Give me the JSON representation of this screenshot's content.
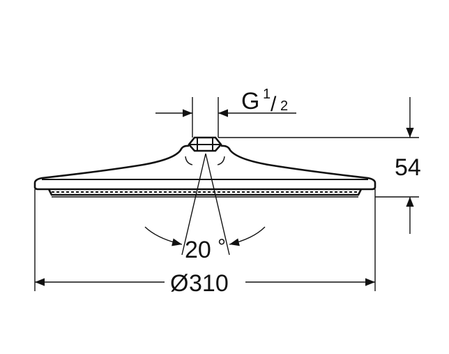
{
  "thread_label": {
    "prefix": "G",
    "fraction_numerator": "1",
    "fraction_slash": "/",
    "fraction_denominator": "2"
  },
  "height_dimension": "54",
  "spray_angle": {
    "value": "20",
    "unit": "°"
  },
  "diameter_dimension": {
    "symbol": "Ø",
    "value": "310"
  }
}
